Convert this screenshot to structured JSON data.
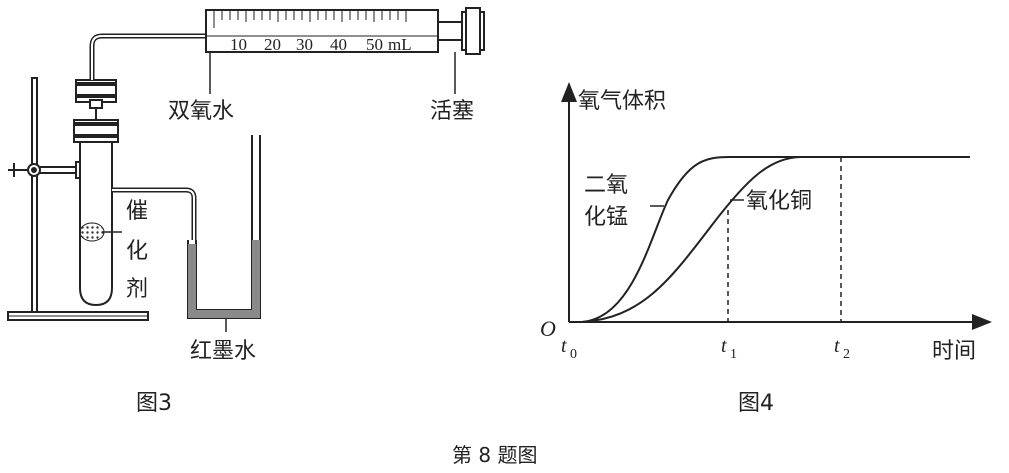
{
  "figure3": {
    "caption": "图3",
    "label_peroxide": "双氧水",
    "label_plunger": "活塞",
    "label_catalyst": [
      "催",
      "化",
      "剂"
    ],
    "label_ink": "红墨水",
    "syringe_ticks": [
      "10",
      "20",
      "30",
      "40",
      "50"
    ],
    "syringe_unit": "mL"
  },
  "figure4": {
    "caption": "图4",
    "y_axis_label": "氧气体积",
    "x_axis_label": "时间",
    "origin": "O",
    "t0": "t",
    "t0_sub": "0",
    "t1": "t",
    "t1_sub": "1",
    "t2": "t",
    "t2_sub": "2",
    "curve_mno2_label_line1": "二氧",
    "curve_mno2_label_line2": "化锰",
    "curve_cuo_label": "氧化铜"
  },
  "figure_title": "第 8 题图",
  "colors": {
    "ink": "#222222",
    "liquid": "#8a8a8a"
  }
}
